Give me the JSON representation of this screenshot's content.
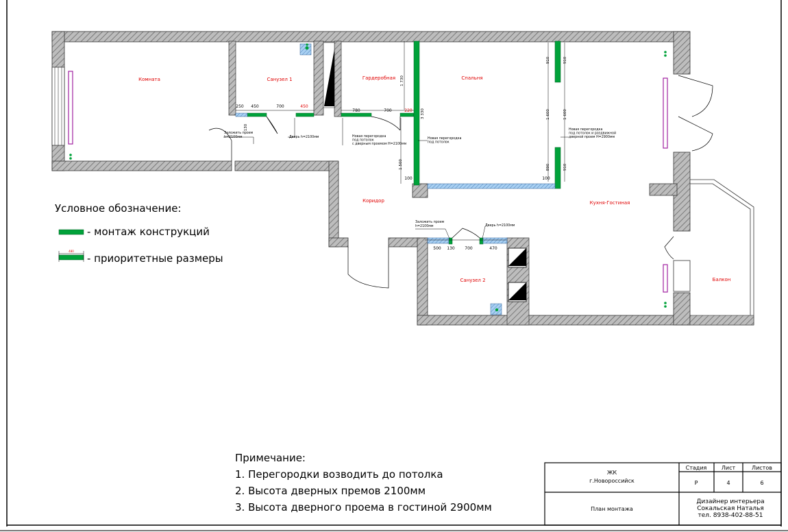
{
  "rooms": {
    "komnata": "Комната",
    "sanuzel1": "Санузел 1",
    "garderobnaya": "Гардеробная",
    "spalnya": "Спальня",
    "koridor": "Коридор",
    "kuhnya": "Кухня-Гостиная",
    "sanuzel2": "Санузел 2",
    "balkon": "Балкон"
  },
  "dimensions": {
    "d250": "250",
    "d450a": "450",
    "d700a": "700",
    "d450b": "450",
    "d780": "780",
    "d700b": "700",
    "d220": "220",
    "d1730": "1 730",
    "d3330": "3 330",
    "d1500": "1 500",
    "d100a": "100",
    "d100b": "100",
    "d130a": "130",
    "d910a": "910",
    "d910b": "910",
    "d1600a": "1 600",
    "d1600b": "1 600",
    "d890": "890",
    "d910c": "910",
    "d500": "500",
    "d130b": "130",
    "d700c": "700",
    "d470": "470",
    "legend_dim": "480"
  },
  "annotations": {
    "zalozhit1": [
      "Заложить проем",
      "h=2100мм"
    ],
    "dver1": "Дверь h=2100мм",
    "novaya1": [
      "Новая перегородка",
      "под потолок",
      "с дверным проемом Н=2100мм"
    ],
    "novaya2": [
      "Новая перегородка",
      "под потолок"
    ],
    "novaya3": [
      "Новая перегородка",
      "под потолок и раздвижной",
      "дверной проем Н=2900мм"
    ],
    "zalozhit2": [
      "Заложить проем",
      "h=2100мм"
    ],
    "dver2": "Дверь h=2100мм"
  },
  "legend": {
    "title": "Условное обозначение:",
    "item1": "- монтаж конструкций",
    "item2": "- приоритетные размеры"
  },
  "notes": {
    "title": "Примечание:",
    "line1": "1. Перегородки возводить до потолка",
    "line2": "2. Высота дверных премов 2100мм",
    "line3": "3. Высота дверного проема в гостиной 2900мм"
  },
  "title_block": {
    "project_line1": "ЖК",
    "project_line2": "г.Новороссийск",
    "stage_header": "Стадия",
    "sheet_header": "Лист",
    "sheets_header": "Листов",
    "stage": "Р",
    "sheet": "4",
    "sheets": "6",
    "drawing_name": "План монтажа",
    "designer_line1": "Дизайнер интерьера",
    "designer_line2": "Сокальская Наталья",
    "designer_line3": "тел. 8938-402-88-51"
  },
  "colors": {
    "wall_hatch": "#8c8c8c",
    "new_construction": "#00a23a",
    "blocked_opening": "#7fb6e8",
    "room_label": "#e00000",
    "radiator": "#a020a0"
  }
}
